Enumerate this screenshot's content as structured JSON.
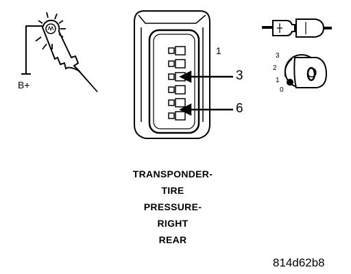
{
  "diagram": {
    "test_light": {
      "supply_label": "B+"
    },
    "connector": {
      "pin_labels": {
        "first": "1",
        "third": "3",
        "sixth": "6"
      }
    },
    "ignition": {
      "positions": {
        "p3": "3",
        "p2": "2",
        "p1": "1",
        "p0": "0"
      },
      "key_letter": "O"
    },
    "caption_lines": [
      "TRANSPONDER-",
      "TIRE",
      "PRESSURE-",
      "RIGHT",
      "REAR"
    ],
    "figure_id": "814d62b8"
  }
}
